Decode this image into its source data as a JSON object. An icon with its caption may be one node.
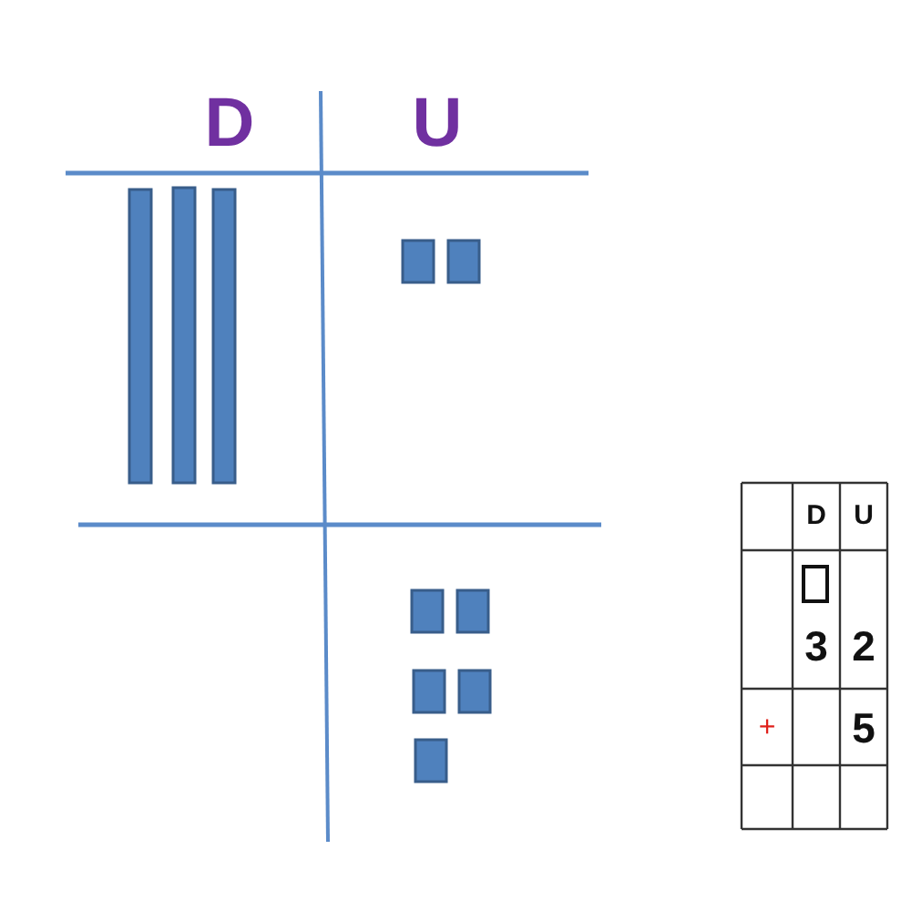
{
  "diagram": {
    "labels": [
      "D",
      "U",
      "D",
      "U",
      "3",
      "2",
      "+",
      "5"
    ]
  }
}
